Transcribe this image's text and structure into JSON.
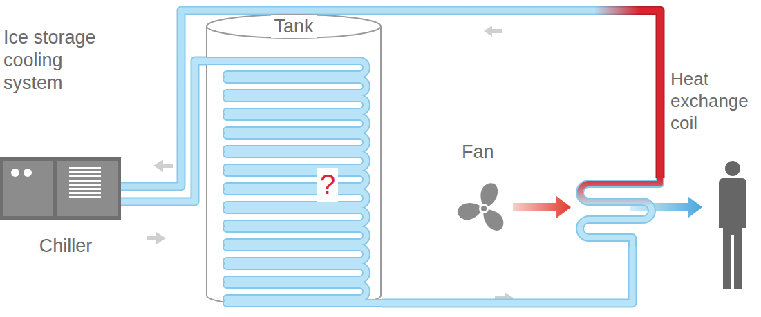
{
  "diagram": {
    "nodes": [
      {
        "text": [
          "Chiller"
        ]
      },
      {
        "text": [
          "Tank",
          "?"
        ]
      },
      {
        "text": [
          "Heat exchange coil"
        ]
      }
    ],
    "edges": [
      {
        "from": 0,
        "to": 1,
        "arrow": "none"
      },
      {
        "from": 1,
        "to": 2,
        "arrow": "none"
      },
      {
        "from": 2,
        "to": 0,
        "arrow": "none"
      }
    ],
    "labels": [
      "Ice storage cooling system",
      "Fan"
    ]
  }
}
